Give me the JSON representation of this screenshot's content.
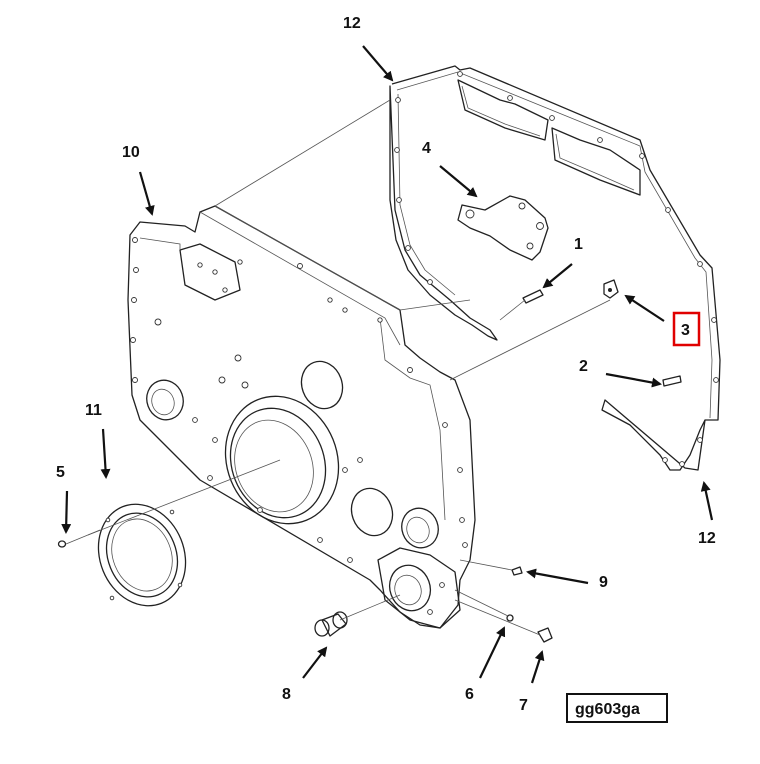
{
  "diagram": {
    "figure_id": "gg603ga",
    "callouts": {
      "c1": "1",
      "c2": "2",
      "c3": "3",
      "c4": "4",
      "c5": "5",
      "c6": "6",
      "c7": "7",
      "c8": "8",
      "c9": "9",
      "c10": "10",
      "c11": "11",
      "c12_top": "12",
      "c12_bottom": "12"
    },
    "highlighted_callout": "3",
    "colors": {
      "highlight": "#e00000",
      "line": "#222222",
      "background": "#ffffff"
    }
  }
}
